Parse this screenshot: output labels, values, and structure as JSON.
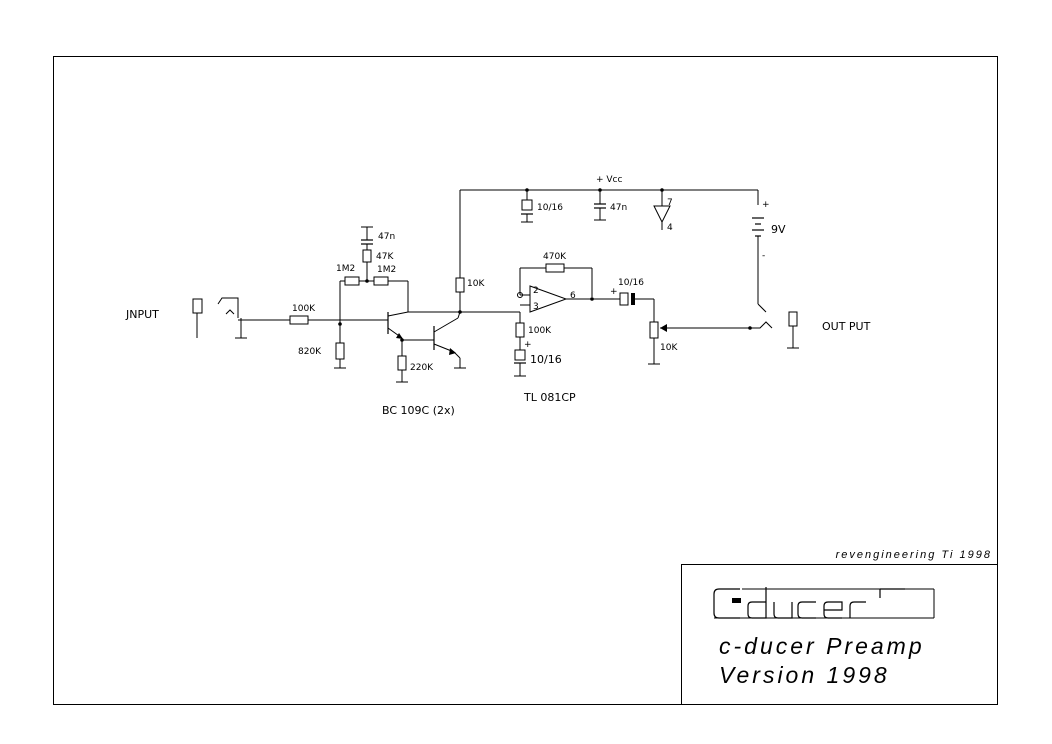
{
  "schematic": {
    "input_label": "JNPUT",
    "output_label": "OUT PUT",
    "supply_label": "+ Vcc",
    "battery_label": "9V",
    "battery_plus": "+",
    "battery_minus": "-",
    "components": {
      "r_input": "100K",
      "r_bias_low": "820K",
      "r_fb_left": "1M2",
      "r_fb_right": "1M2",
      "r_tap": "47K",
      "c_tap": "47n",
      "r_emitter": "220K",
      "r_collector": "10K",
      "c_supply_elco": "10/16",
      "c_supply_film": "47n",
      "r_opamp_fb": "470K",
      "r_opamp_gnd": "100K",
      "c_opamp_gnd": "10/16",
      "c_output": "10/16",
      "pot_output": "10K"
    },
    "pins": {
      "in_neg": "2",
      "in_pos": "3",
      "out": "6",
      "vplus": "7",
      "vminus": "4"
    },
    "polarity_plus": "+",
    "transistor_label": "BC 109C (2x)",
    "opamp_label": "TL 081CP"
  },
  "title_block": {
    "credit": "revengineering Ti 1998",
    "logo": "c-ducer",
    "product": "c-ducer Preamp",
    "version": "Version 1998"
  }
}
